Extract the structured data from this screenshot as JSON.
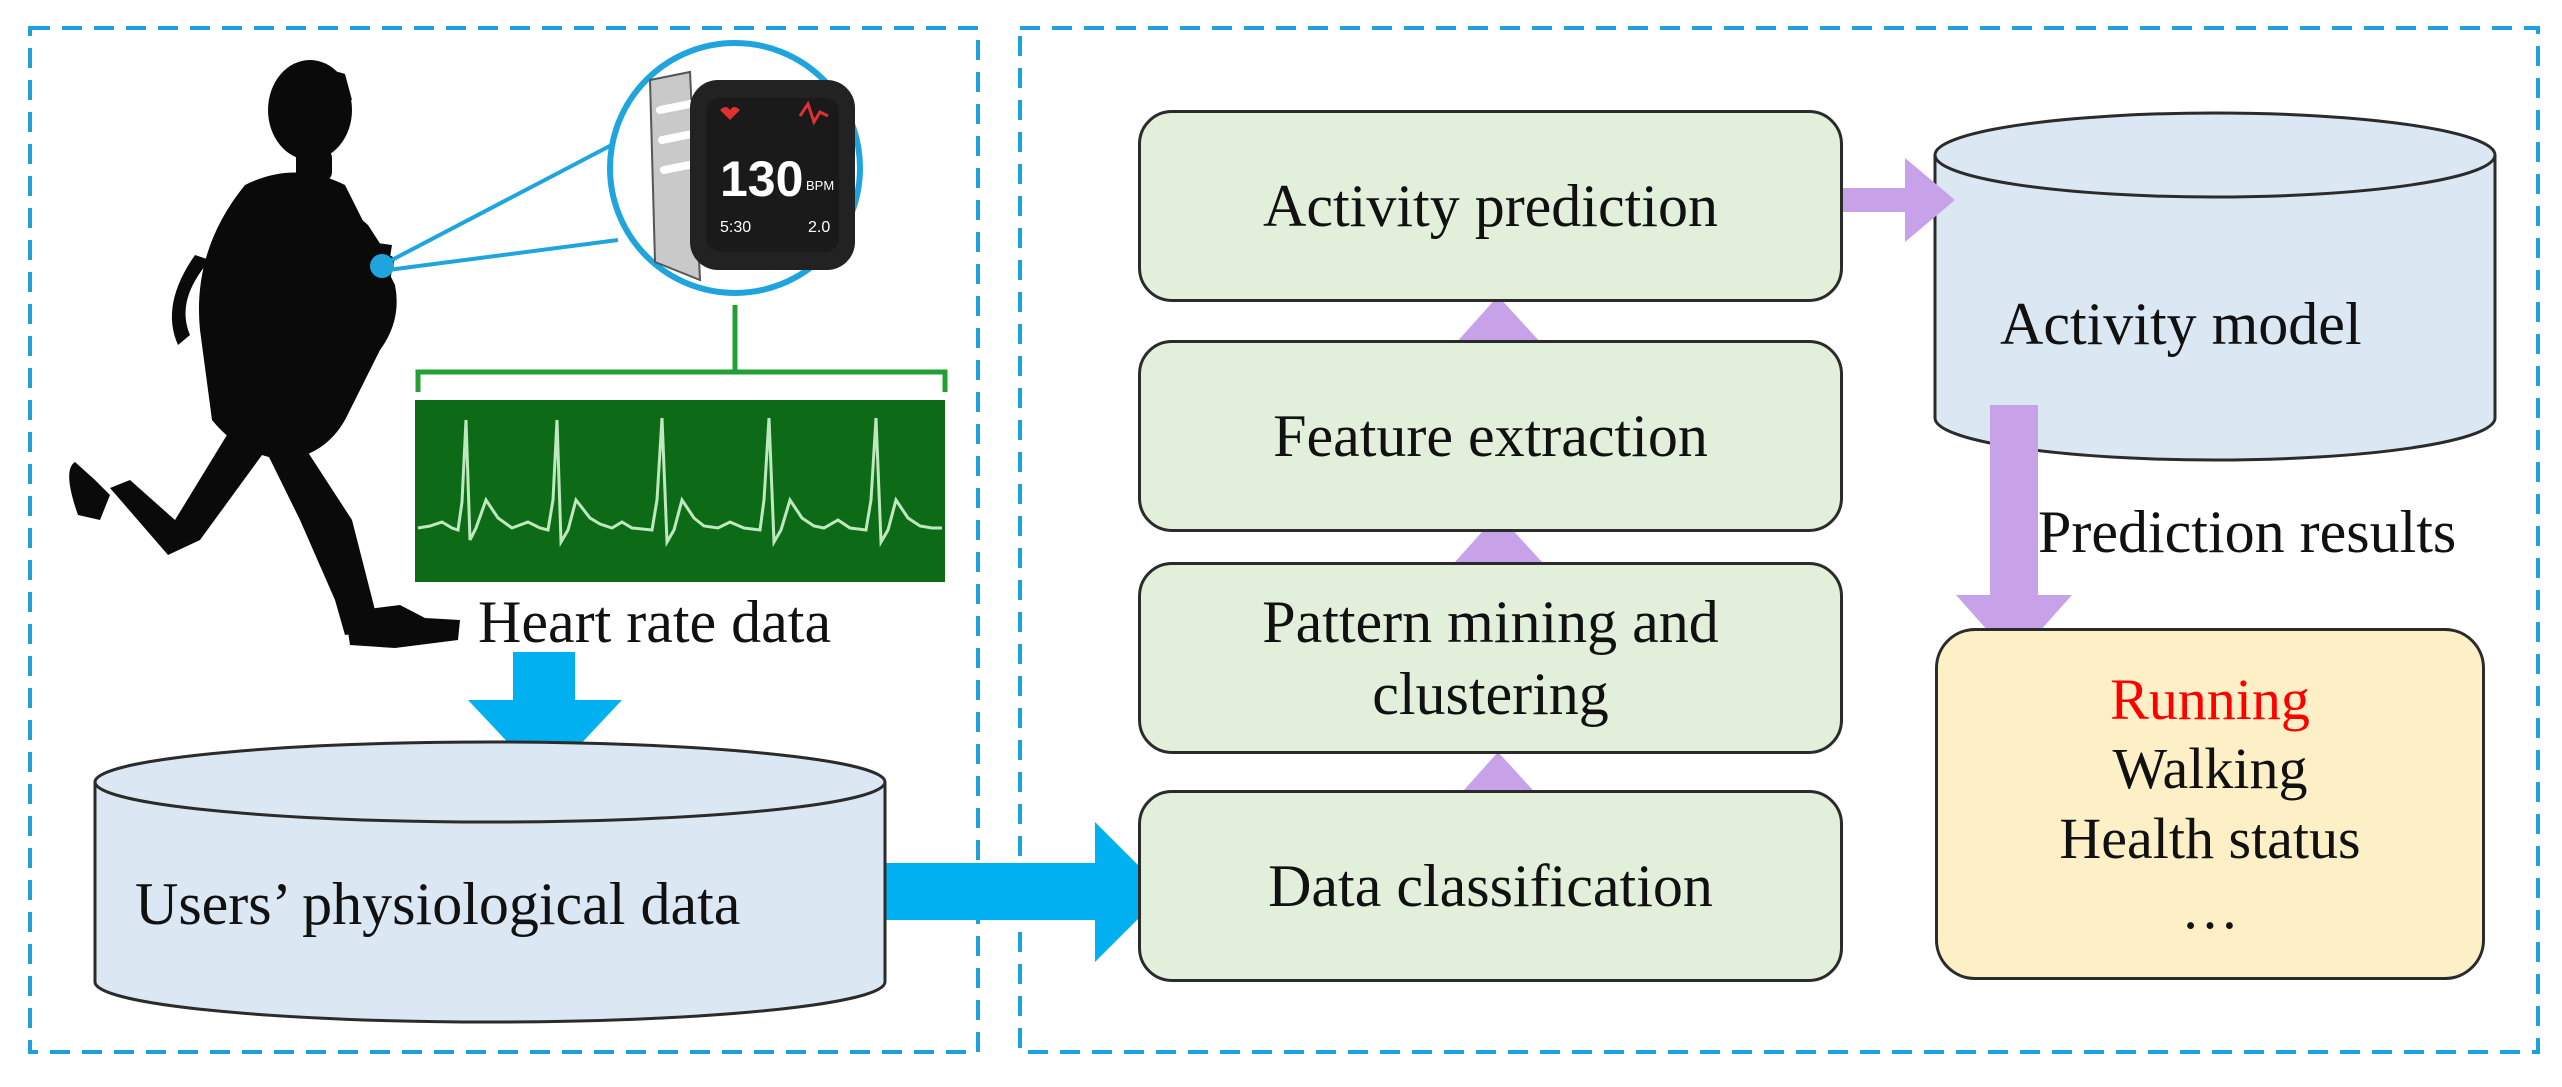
{
  "left_panel": {
    "watch": {
      "bpm_value": "130",
      "bpm_unit": "BPM",
      "time_text": "5:30",
      "distance_text": "2.0"
    },
    "heart_rate_label": "Heart rate data",
    "users_db_label": "Users’ physiological data"
  },
  "pipeline": {
    "steps": [
      {
        "label": "Data classification"
      },
      {
        "label_lines": [
          "Pattern mining and",
          "clustering"
        ]
      },
      {
        "label": "Feature extraction"
      },
      {
        "label": "Activity prediction"
      }
    ]
  },
  "model": {
    "label": "Activity model",
    "arrow_label": "Prediction results"
  },
  "results": {
    "items": [
      "Running",
      "Walking",
      "Health status",
      "…"
    ],
    "highlight_color": "#ff0000"
  },
  "colors": {
    "panel_border": "#1ea0dc",
    "blue_arrow": "#00b0f0",
    "purple_arrow": "#c8a2e8",
    "process_fill": "#e2efda",
    "db_fill": "#dbe7f3",
    "result_fill": "#fdf0c7",
    "ecg_bg": "#0d6b17",
    "ecg_bracket": "#22a033"
  }
}
